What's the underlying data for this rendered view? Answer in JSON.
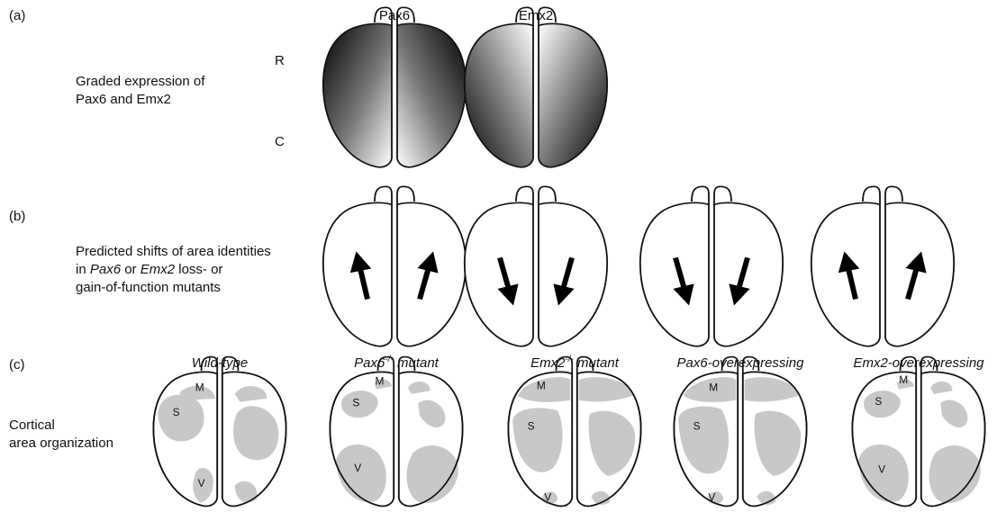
{
  "panel_a": {
    "letter": "(a)",
    "description": [
      "Graded expression of",
      "Pax6 and Emx2"
    ],
    "axis_rostral": "R",
    "axis_caudal": "C",
    "brains": [
      {
        "title": "Pax6",
        "gradient": "rostral-high"
      },
      {
        "title": "Emx2",
        "gradient": "caudal-high"
      }
    ]
  },
  "panel_b": {
    "letter": "(b)",
    "description_line1": "Predicted shifts of area identities",
    "description_line2_pre": "in ",
    "description_line2_pax": "Pax6",
    "description_line2_mid": " or ",
    "description_line2_emx": "Emx2",
    "description_line2_post": " loss- or",
    "description_line3": "gain-of-function mutants",
    "arrows": [
      "rostral",
      "caudal",
      "caudal",
      "rostral"
    ]
  },
  "panel_c": {
    "letter": "(c)",
    "description": [
      "Cortical",
      "area organization"
    ],
    "area_labels": {
      "motor": "M",
      "somatosensory": "S",
      "visual": "V"
    },
    "patch_color": "#c8c8c8",
    "brains": [
      {
        "title": "Wild-type"
      },
      {
        "title_pre": "Pax6",
        "title_sup": "-/-",
        "title_post": " mutant"
      },
      {
        "title_pre": "Emx2",
        "title_sup": "-/-",
        "title_post": " mutant"
      },
      {
        "title": "Pax6-overexpressing"
      },
      {
        "title": "Emx2-overexpressing"
      }
    ]
  }
}
